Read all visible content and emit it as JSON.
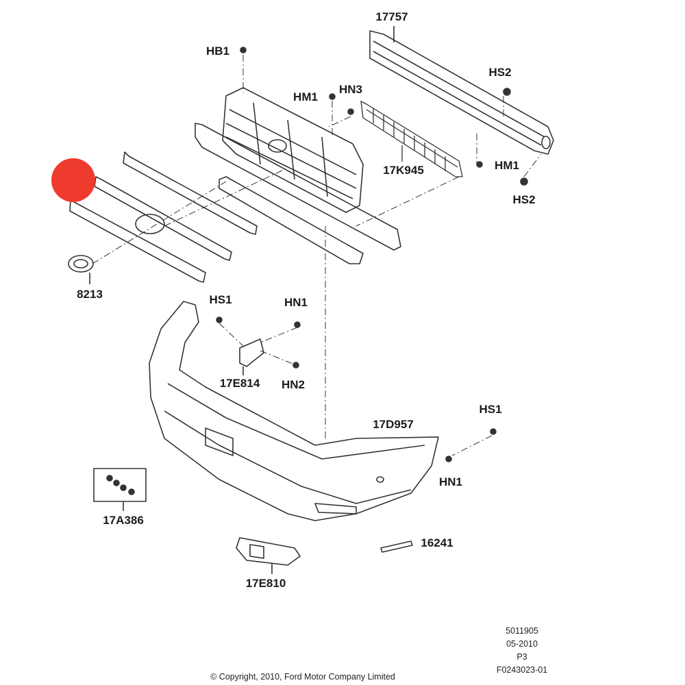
{
  "diagram": {
    "parts": {
      "reinforcement": "17757",
      "bolt_hb1": "HB1",
      "screw_hs2_top": "HS2",
      "bolt_hm1_left": "HM1",
      "nut_hn3": "HN3",
      "absorber": "17K945",
      "bolt_hm1_right": "HM1",
      "screw_hs2_bottom": "HS2",
      "emblem": "8213",
      "screw_hs1_left": "HS1",
      "nut_hn1_left": "HN1",
      "bracket": "17E814",
      "nut_hn2": "HN2",
      "bumper_cover": "17D957",
      "screw_hs1_right": "HS1",
      "nut_hn1_right": "HN1",
      "fastener_kit": "17A386",
      "molding": "16241",
      "fog_lamp_bezel": "17E810"
    },
    "highlight_color": "#ef3b2d"
  },
  "footer": {
    "copyright": "© Copyright, 2010, Ford Motor Company Limited",
    "doc_number": "5011905",
    "date": "05-2010",
    "page": "P3",
    "figure_id": "F0243023-01"
  }
}
